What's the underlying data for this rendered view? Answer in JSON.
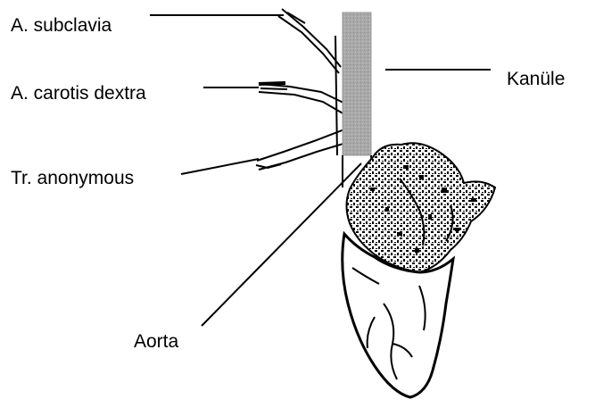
{
  "labels": {
    "subclavia": "A. subclavia",
    "carotis": "A. carotis dextra",
    "anonymous": "Tr. anonymous",
    "kanuele": "Kanüle",
    "aorta": "Aorta"
  },
  "colors": {
    "ink": "#000000",
    "cannula": "#a9a9a9",
    "background": "#ffffff"
  }
}
